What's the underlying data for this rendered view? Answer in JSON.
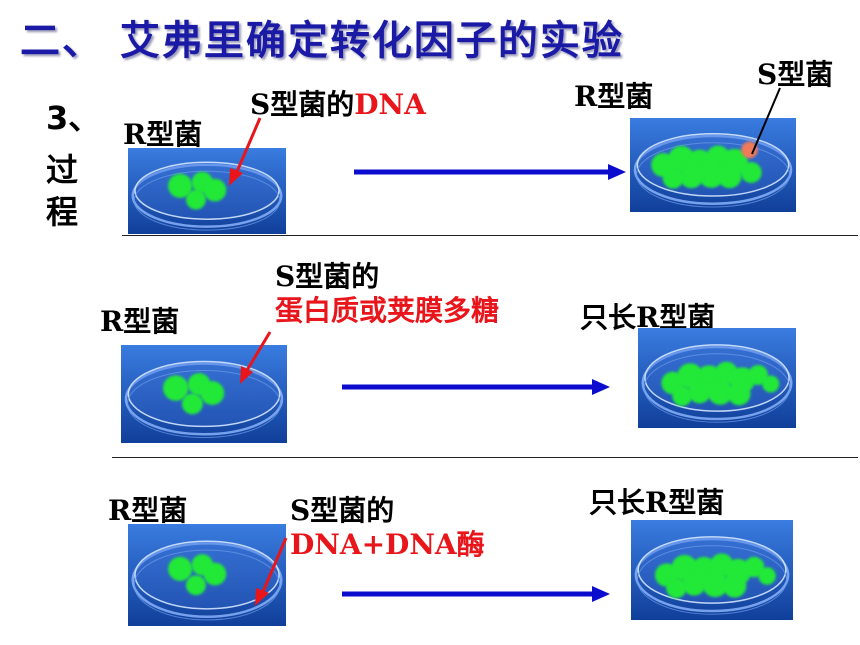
{
  "title": "二、  艾弗里确定转化因子的实验",
  "step": {
    "number": "3、",
    "chars": [
      "过",
      "程"
    ]
  },
  "rows": [
    {
      "left_label": "R型菌",
      "added": {
        "lines": [
          [
            {
              "text": "S型菌的",
              "red": false
            },
            {
              "text": "DNA",
              "red": true
            }
          ]
        ]
      },
      "right_labels": [
        "R型菌",
        "S型菌"
      ]
    },
    {
      "left_label": "R型菌",
      "added": {
        "lines": [
          [
            {
              "text": "S型菌的",
              "red": false
            }
          ],
          [
            {
              "text": "蛋白质或荚膜多糖",
              "red": true
            }
          ]
        ]
      },
      "right_labels": [
        "只长R型菌"
      ]
    },
    {
      "left_label": "R型菌",
      "added": {
        "lines": [
          [
            {
              "text": "S型菌的",
              "red": false
            }
          ],
          [
            {
              "text": "DNA+DNA酶",
              "red": true
            }
          ]
        ]
      },
      "right_labels": [
        "只长R型菌"
      ]
    }
  ],
  "colors": {
    "title": "#1a1aa6",
    "dish_bg": "#1f57c0",
    "colony_r": "#22e838",
    "colony_s": "#f07a5a",
    "flow_arrow": "#0c0ccf",
    "pointer_arrow": "#e8151b",
    "highlight_text": "#e8151b"
  }
}
